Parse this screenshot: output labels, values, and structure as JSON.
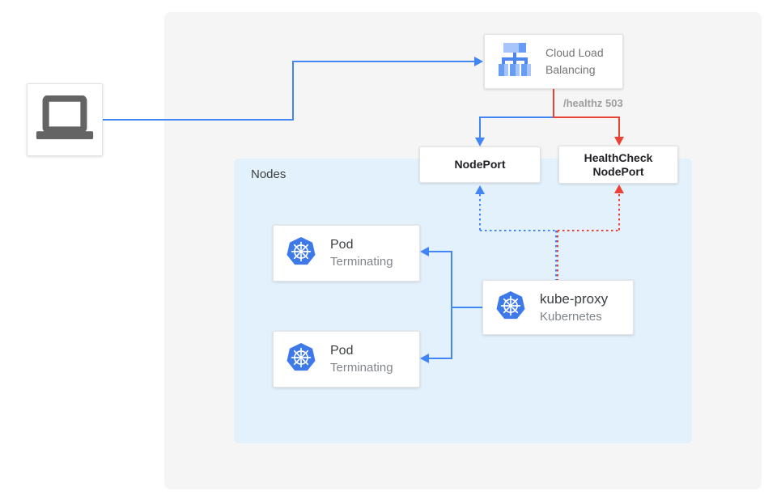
{
  "colors": {
    "arrow_blue": "#4285f4",
    "arrow_red": "#ea4335",
    "panel_gray": "#f5f5f6",
    "nodes_container_fill": "#e3f1fd",
    "card_border": "#e3e3e3",
    "dark_text": "#3c4043",
    "muted_text": "#80868b",
    "port_text": "#202124",
    "edge_label_text": "#9e9e9e",
    "kubernetes_blue": "#3e79ea",
    "laptop_gray": "#646464",
    "clb_icon_light": "#a7c5fb",
    "clb_icon_medium": "#689df6",
    "clb_icon_dark": "#4d86ee"
  },
  "diagram": {
    "client": {
      "icon": "laptop-icon"
    },
    "cloud_load_balancing": {
      "icon": "cloud-load-balancing-icon",
      "label_line1": "Cloud Load",
      "label_line2": "Balancing"
    },
    "edge_label": "/healthz 503",
    "nodeport": {
      "label": "NodePort"
    },
    "healthcheck_nodeport": {
      "label_line1": "HealthCheck",
      "label_line2": "NodePort"
    },
    "nodes_container": {
      "label": "Nodes"
    },
    "pods": [
      {
        "icon": "kubernetes-icon",
        "title": "Pod",
        "status": "Terminating"
      },
      {
        "icon": "kubernetes-icon",
        "title": "Pod",
        "status": "Terminating"
      }
    ],
    "kube_proxy": {
      "icon": "kubernetes-icon",
      "title": "kube-proxy",
      "subtitle": "Kubernetes"
    }
  }
}
